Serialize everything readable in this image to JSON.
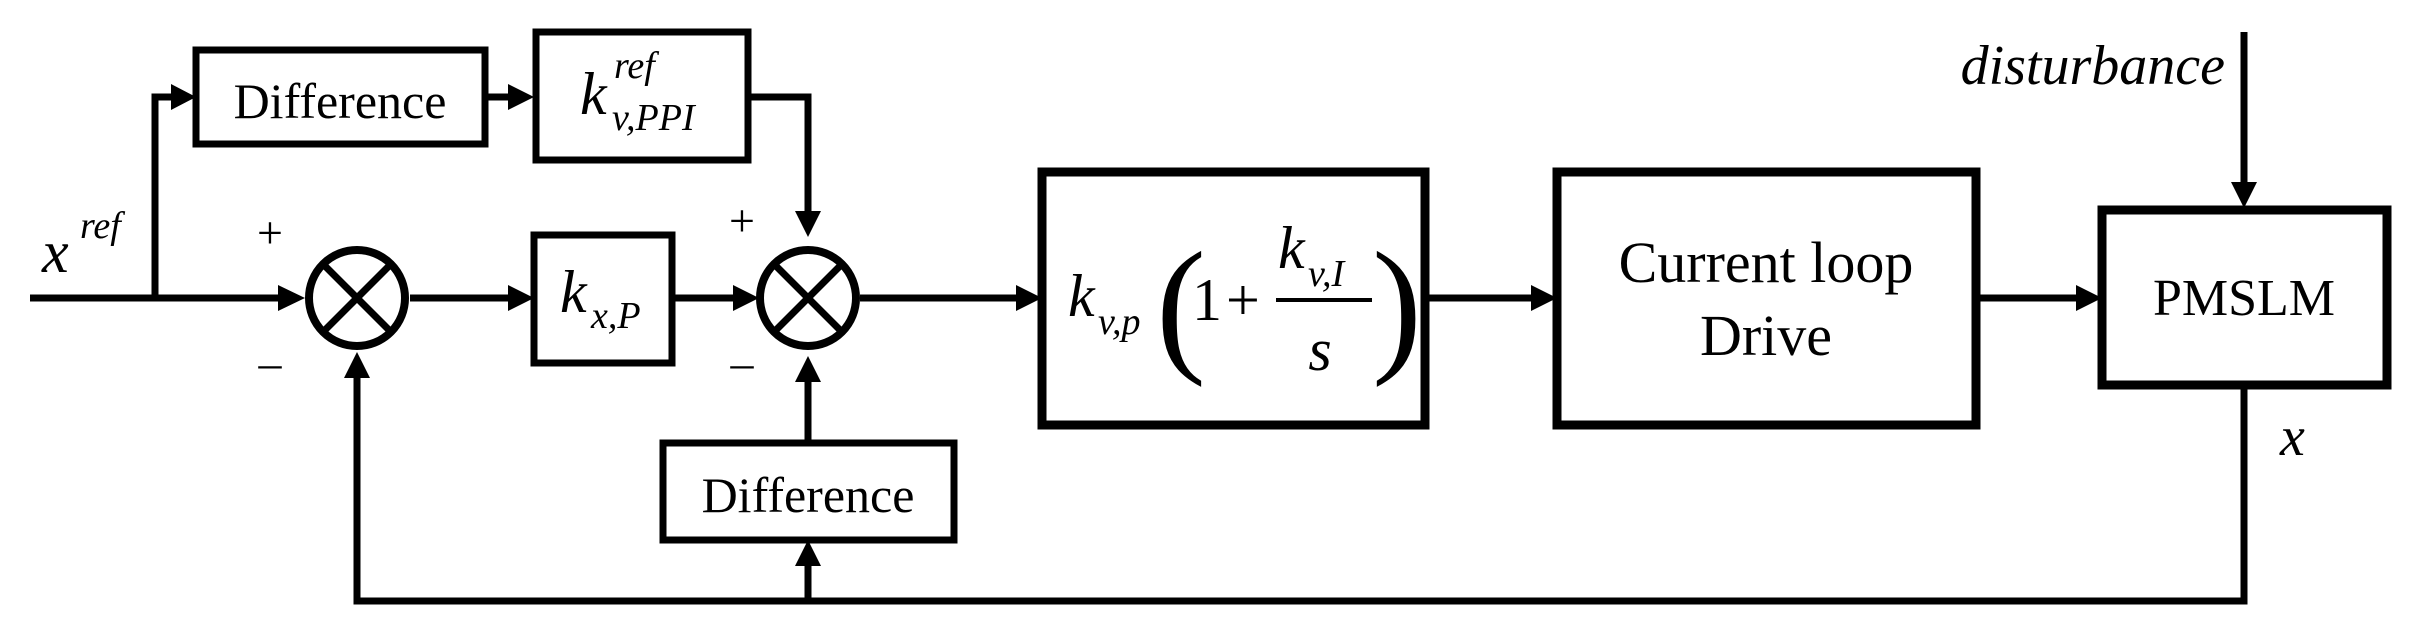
{
  "diagram": {
    "blocks": {
      "difference_top": "Difference",
      "difference_bottom": "Difference",
      "kv_ppi": {
        "symbol": "k",
        "superscript": "ref",
        "subscript": "v,PPI"
      },
      "kxp": {
        "symbol": "k",
        "subscript": "x,P"
      },
      "velocity_pi": {
        "gain_symbol": "k",
        "gain_subscript": "v,p",
        "open_paren": "(",
        "one": "1",
        "plus": "+",
        "num_symbol": "k",
        "num_subscript": "v,I",
        "denominator": "s",
        "close_paren": ")"
      },
      "current_loop": {
        "line1": "Current loop",
        "line2": "Drive"
      },
      "plant": "PMSLM"
    },
    "signals": {
      "reference": {
        "symbol": "x",
        "superscript": "ref"
      },
      "disturbance": "disturbance",
      "output": "x"
    },
    "signs": {
      "sum1_plus": "+",
      "sum1_minus": "–",
      "sum2_plus": "+",
      "sum2_minus": "–"
    }
  }
}
